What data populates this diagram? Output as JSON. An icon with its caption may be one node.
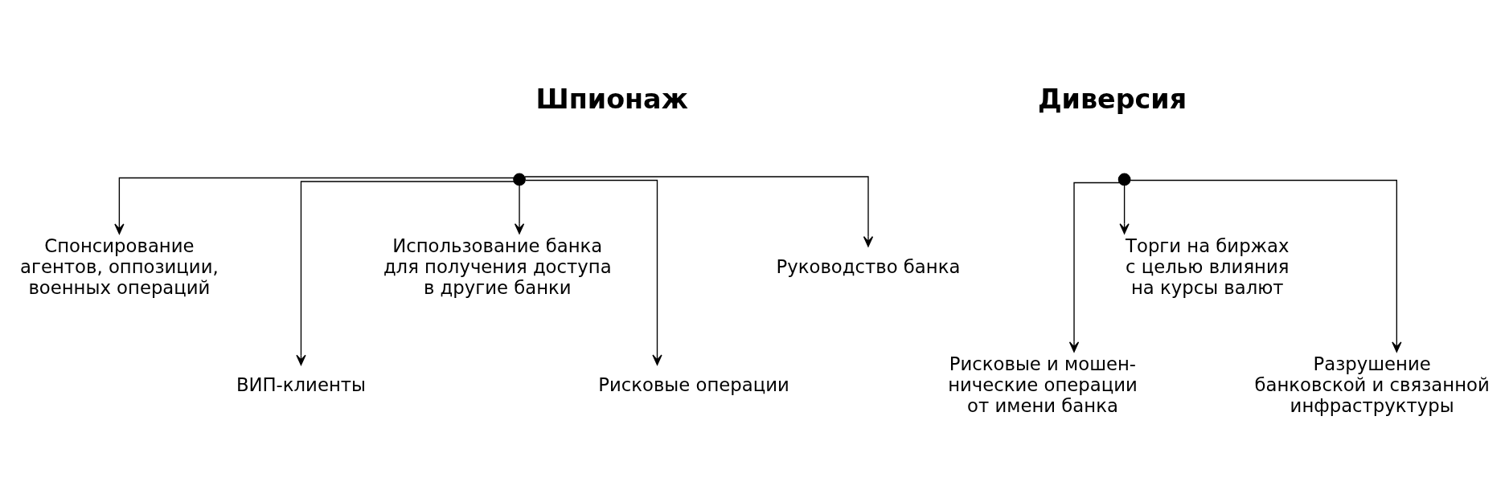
{
  "diagram": {
    "nodes": [
      {
        "text": [],
        "shape": "circle",
        "beside": [
          "Шпионаж"
        ]
      },
      {
        "text": [
          "Спонсирование агентов, оппозиции, военных операций"
        ]
      },
      {
        "text": [
          "ВИП-клиенты"
        ]
      },
      {
        "text": [
          "Использование банка для получения доступа в другие банки"
        ]
      },
      {
        "text": [
          "Рисковые операции"
        ]
      },
      {
        "text": [
          "Руководство банка"
        ]
      },
      {
        "text": [],
        "shape": "circle",
        "beside": [
          "Диверсия"
        ]
      },
      {
        "text": [
          "Рисковые и мошен- нические операции от имени банка"
        ]
      },
      {
        "text": [
          "Торги на биржах с целью влияния на курсы валют"
        ]
      },
      {
        "text": [
          "Разрушение банковской и связанной инфраструктуры"
        ]
      }
    ],
    "edges": [
      {
        "from": 0,
        "to": 1,
        "arrow": "to"
      },
      {
        "from": 0,
        "to": 2,
        "arrow": "to"
      },
      {
        "from": 0,
        "to": 3,
        "arrow": "to"
      },
      {
        "from": 0,
        "to": 4,
        "arrow": "to"
      },
      {
        "from": 0,
        "to": 5,
        "arrow": "to"
      },
      {
        "from": 6,
        "to": 7,
        "arrow": "to"
      },
      {
        "from": 6,
        "to": 8,
        "arrow": "to"
      },
      {
        "from": 6,
        "to": 9,
        "arrow": "to"
      }
    ]
  }
}
